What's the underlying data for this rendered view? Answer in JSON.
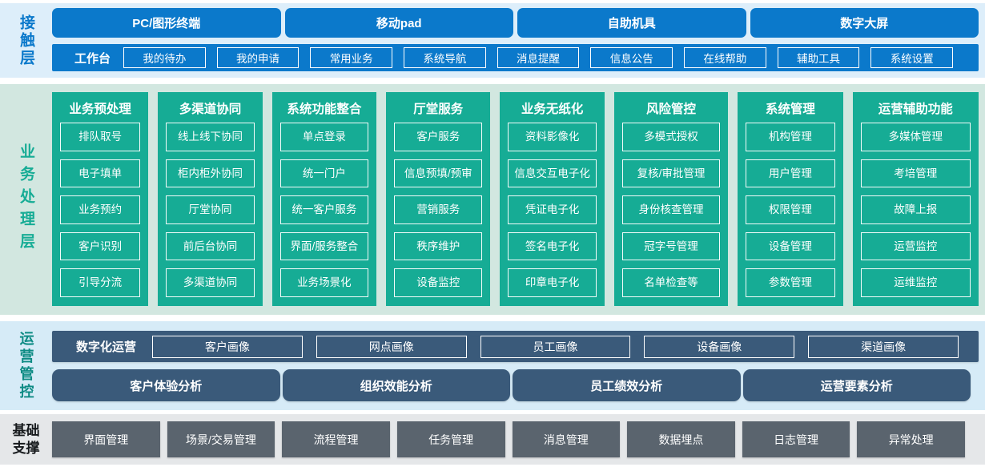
{
  "colors": {
    "primary_blue": "#0b79cb",
    "contact_band_bg": "#ddeefa",
    "teal_green": "#16ac95",
    "business_band_bg": "#d2e7e0",
    "slate_blue": "#3a5a7a",
    "ops_band_bg": "#d6ebf7",
    "ops_label_teal": "#0d8b84",
    "foundation_gray": "#5a646e",
    "foundation_band_bg": "#e5e7e9"
  },
  "contact_layer": {
    "label": "接触层",
    "terminals": [
      "PC/图形终端",
      "移动pad",
      "自助机具",
      "数字大屏"
    ],
    "workbench": {
      "label": "工作台",
      "items": [
        "我的待办",
        "我的申请",
        "常用业务",
        "系统导航",
        "消息提醒",
        "信息公告",
        "在线帮助",
        "辅助工具",
        "系统设置"
      ]
    }
  },
  "business_layer": {
    "label": "业务处理层",
    "columns": [
      {
        "title": "业务预处理",
        "items": [
          "排队取号",
          "电子填单",
          "业务预约",
          "客户识别",
          "引导分流"
        ]
      },
      {
        "title": "多渠道协同",
        "items": [
          "线上线下协同",
          "柜内柜外协同",
          "厅堂协同",
          "前后台协同",
          "多渠道协同"
        ]
      },
      {
        "title": "系统功能整合",
        "items": [
          "单点登录",
          "统一门户",
          "统一客户服务",
          "界面/服务整合",
          "业务场景化"
        ]
      },
      {
        "title": "厅堂服务",
        "items": [
          "客户服务",
          "信息预填/预审",
          "营销服务",
          "秩序维护",
          "设备监控"
        ]
      },
      {
        "title": "业务无纸化",
        "items": [
          "资料影像化",
          "信息交互电子化",
          "凭证电子化",
          "签名电子化",
          "印章电子化"
        ]
      },
      {
        "title": "风险管控",
        "items": [
          "多模式授权",
          "复核/审批管理",
          "身份核查管理",
          "冠字号管理",
          "名单检查等"
        ]
      },
      {
        "title": "系统管理",
        "items": [
          "机构管理",
          "用户管理",
          "权限管理",
          "设备管理",
          "参数管理"
        ]
      },
      {
        "title": "运营辅助功能",
        "items": [
          "多媒体管理",
          "考培管理",
          "故障上报",
          "运营监控",
          "运维监控"
        ]
      }
    ]
  },
  "operations_layer": {
    "label": "运营管控",
    "digital_ops": {
      "label": "数字化运营",
      "items": [
        "客户画像",
        "网点画像",
        "员工画像",
        "设备画像",
        "渠道画像"
      ]
    },
    "analysis": [
      "客户体验分析",
      "组织效能分析",
      "员工绩效分析",
      "运营要素分析"
    ]
  },
  "foundation_layer": {
    "label_line1": "基础",
    "label_line2": "支撑",
    "items": [
      "界面管理",
      "场景/交易管理",
      "流程管理",
      "任务管理",
      "消息管理",
      "数据埋点",
      "日志管理",
      "异常处理"
    ]
  }
}
